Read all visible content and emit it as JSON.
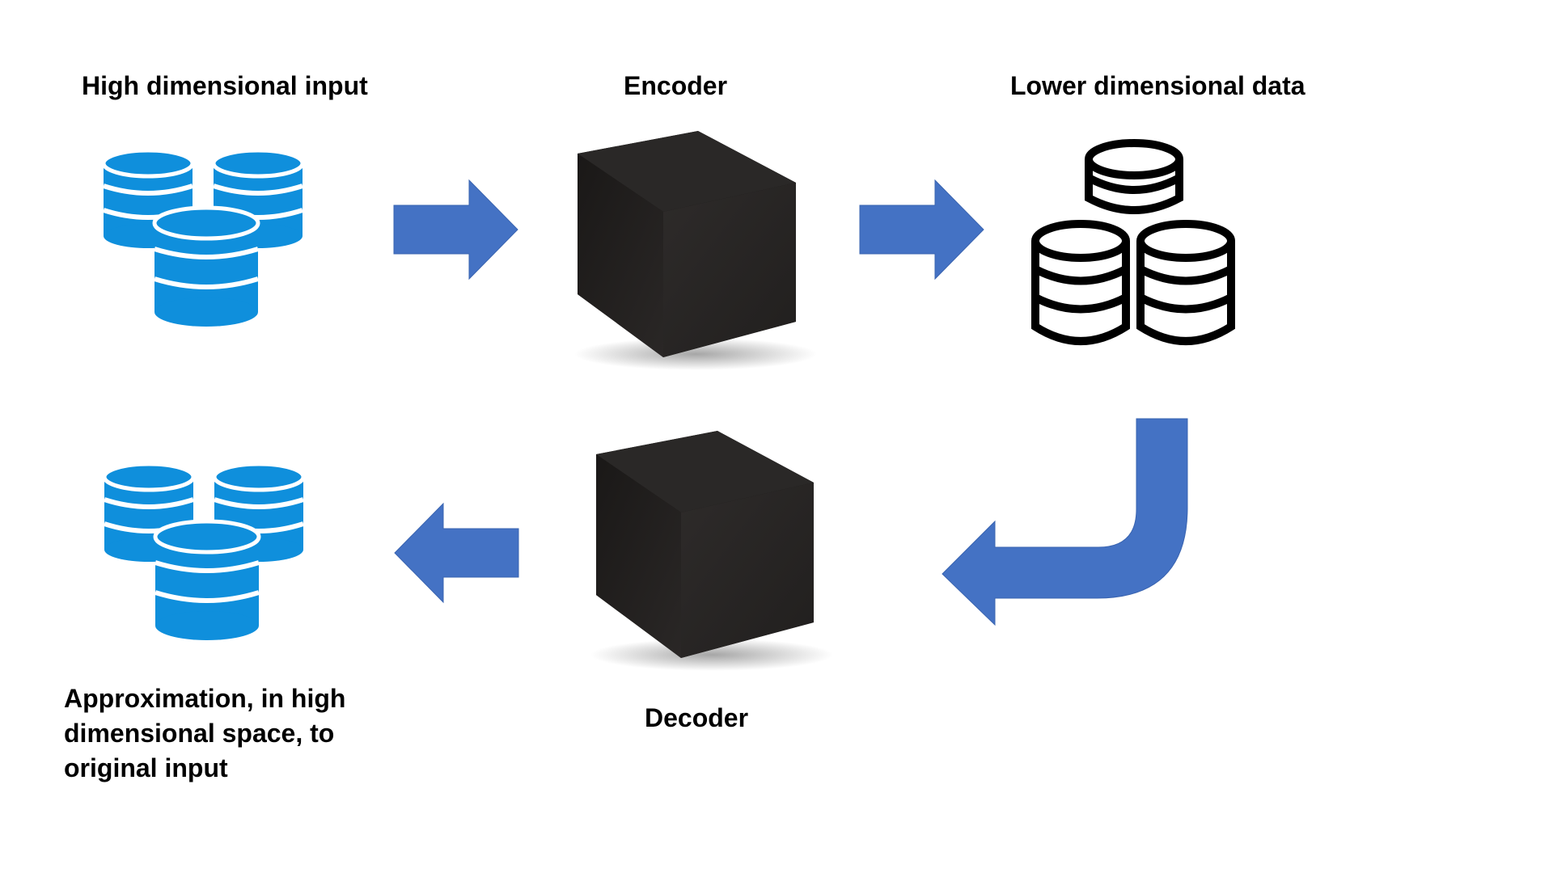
{
  "labels": {
    "input": "High dimensional input",
    "encoder": "Encoder",
    "latent": "Lower dimensional data",
    "decoder": "Decoder",
    "output_line1": "Approximation, in high",
    "output_line2": "dimensional space, to",
    "output_line3": "original input"
  },
  "icons": {
    "input_stack": "database-stack-icon",
    "encoder": "black-cube-icon",
    "latent_stack": "database-stack-outline-icon",
    "decoder": "black-cube-icon",
    "output_stack": "database-stack-icon"
  },
  "colors": {
    "database_blue": "#0f8fdc",
    "arrow_blue": "#4472c4",
    "cube_dark": "#1f1d1c",
    "outline_black": "#000000",
    "text": "#000000"
  }
}
